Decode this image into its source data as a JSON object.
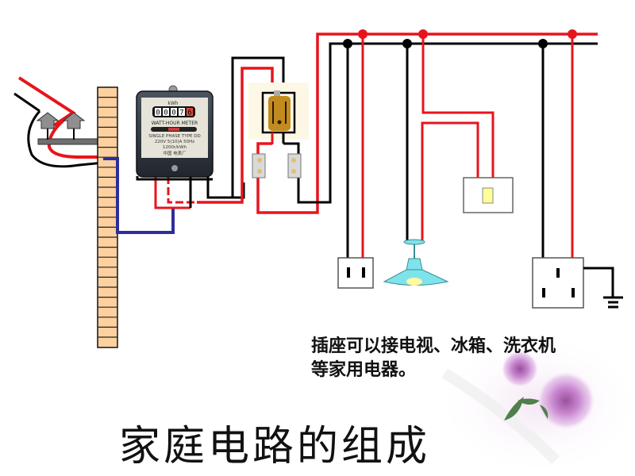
{
  "slide": {
    "title": "家庭电路的组成",
    "caption_line1": "插座可以接电视、冰箱、洗衣机",
    "caption_line2": "等家用电器。"
  },
  "meter": {
    "unit": "kWh",
    "reading": [
      "0",
      "0",
      "0",
      "7",
      "6"
    ],
    "name": "WATT-HOUR METER",
    "spec_line1": "SINGLE PHASE TYPE DD",
    "spec_line2": "220V  5(10)A  50Hz",
    "spec_line3": "1200r/kWh",
    "maker": "中国 电表厂"
  },
  "colors": {
    "live_wire": "#e8141c",
    "neutral_wire": "#000000",
    "ground_wire": "#2e2e9a",
    "wall": "#fdd0a0",
    "lamp": "#7fe3ec",
    "switch_knob": "#ffff99",
    "rose": "#c98ad0"
  }
}
